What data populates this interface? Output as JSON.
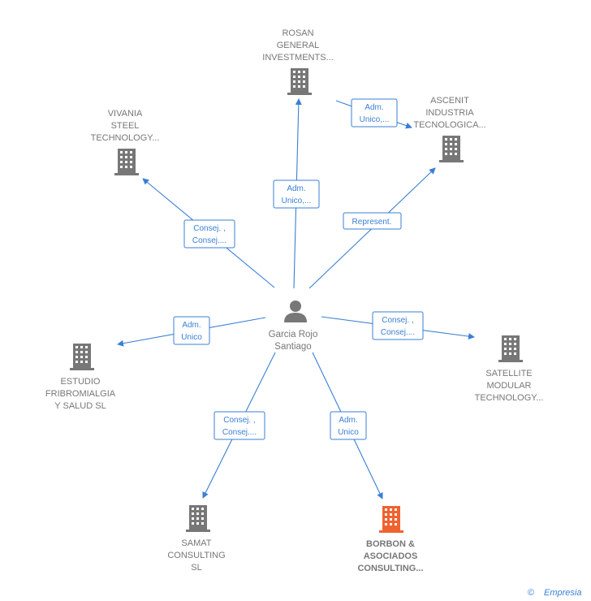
{
  "center": {
    "name_lines": [
      "Garcia Rojo",
      "Santiago"
    ]
  },
  "companies": [
    {
      "id": "rosan",
      "name_lines": [
        "ROSAN",
        "GENERAL",
        "INVESTMENTS..."
      ],
      "highlight": false
    },
    {
      "id": "ascenit",
      "name_lines": [
        "ASCENIT",
        "INDUSTRIA",
        "TECNOLOGICA..."
      ],
      "highlight": false
    },
    {
      "id": "vivania",
      "name_lines": [
        "VIVANIA",
        "STEEL",
        "TECHNOLOGY..."
      ],
      "highlight": false
    },
    {
      "id": "satellite",
      "name_lines": [
        "SATELLITE",
        "MODULAR",
        "TECHNOLOGY..."
      ],
      "highlight": false
    },
    {
      "id": "estudio",
      "name_lines": [
        "ESTUDIO",
        "FRIBROMIALGIA",
        "Y SALUD SL"
      ],
      "highlight": false
    },
    {
      "id": "samat",
      "name_lines": [
        "SAMAT",
        "CONSULTING",
        "SL"
      ],
      "highlight": false
    },
    {
      "id": "borbon",
      "name_lines": [
        "BORBON &",
        "ASOCIADOS",
        "CONSULTING..."
      ],
      "highlight": true
    }
  ],
  "relations": [
    {
      "id": "rel-rosan",
      "label_lines": [
        "Adm.",
        "Unico,..."
      ]
    },
    {
      "id": "rel-rosan-ascenit",
      "label_lines": [
        "Adm.",
        "Unico,..."
      ]
    },
    {
      "id": "rel-ascenit",
      "label_lines": [
        "Represent."
      ]
    },
    {
      "id": "rel-vivania",
      "label_lines": [
        "Consej. ,",
        "Consej...."
      ]
    },
    {
      "id": "rel-estudio",
      "label_lines": [
        "Adm.",
        "Unico"
      ]
    },
    {
      "id": "rel-satellite",
      "label_lines": [
        "Consej. ,",
        "Consej...."
      ]
    },
    {
      "id": "rel-samat",
      "label_lines": [
        "Consej. ,",
        "Consej...."
      ]
    },
    {
      "id": "rel-borbon",
      "label_lines": [
        "Adm.",
        "Unico"
      ]
    }
  ],
  "colors": {
    "edge": "#3a7fd5",
    "building": "#777777",
    "building_highlight": "#f0622f",
    "text": "#777777"
  },
  "footer": {
    "copyright_symbol": "©",
    "brand": "Empresia"
  }
}
